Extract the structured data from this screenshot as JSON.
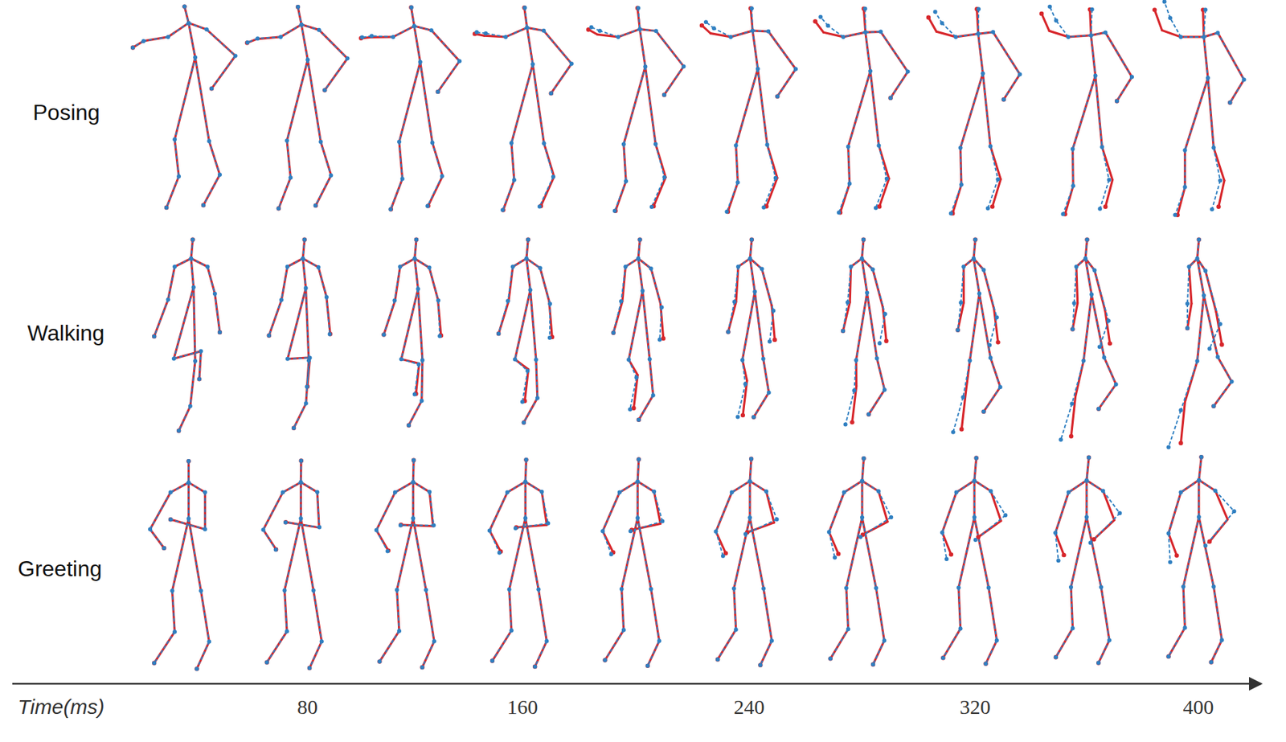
{
  "diagram": {
    "labels": [
      "Posing",
      "Walking",
      "Greeting",
      "Time(ms)",
      "80",
      "160",
      "240",
      "320",
      "400"
    ]
  }
}
